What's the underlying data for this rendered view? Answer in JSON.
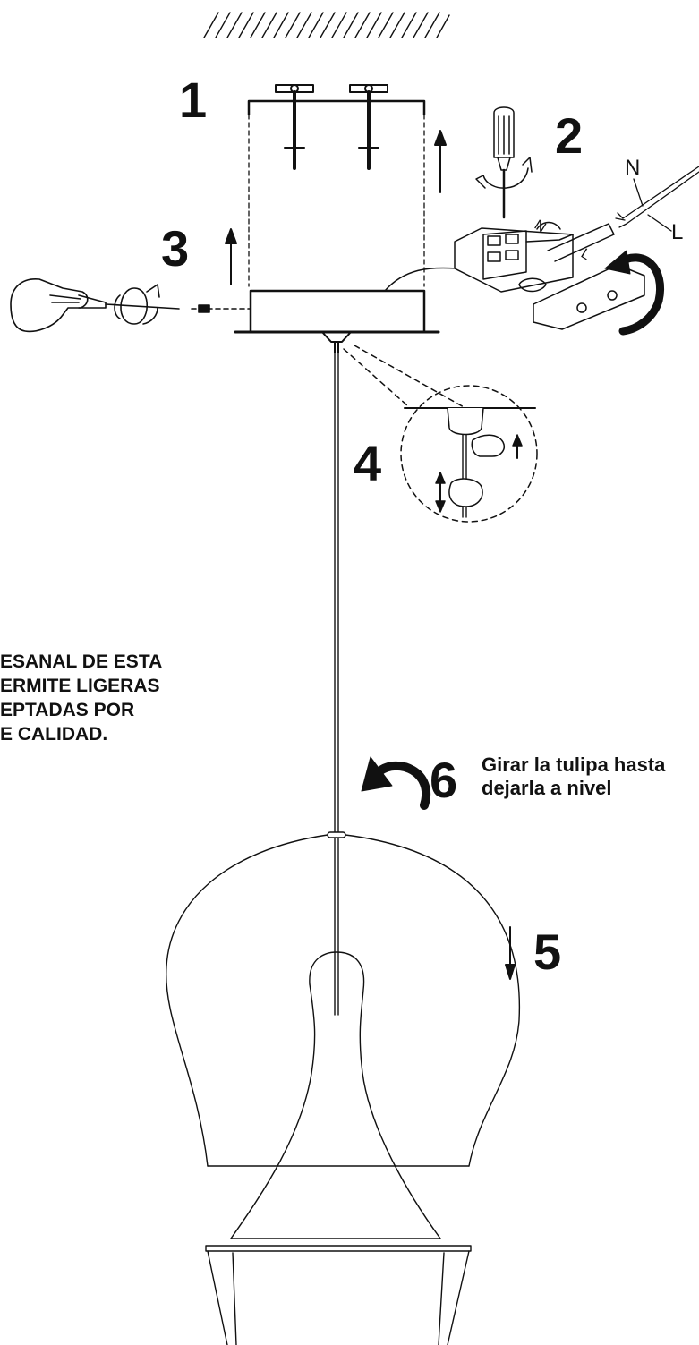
{
  "steps": {
    "step1": "1",
    "step2": "2",
    "step3": "3",
    "step4": "4",
    "step5": "5",
    "step6": "6"
  },
  "wires": {
    "neutral": "N",
    "live": "L"
  },
  "notice": {
    "lines": [
      "ESANAL DE ESTA",
      "ERMITE LIGERAS",
      "EPTADAS POR",
      "E CALIDAD."
    ]
  },
  "step6_caption": {
    "line1": "Girar la tulipa hasta",
    "line2": "dejarla a nivel"
  },
  "colors": {
    "ink": "#111111",
    "background": "#ffffff"
  }
}
